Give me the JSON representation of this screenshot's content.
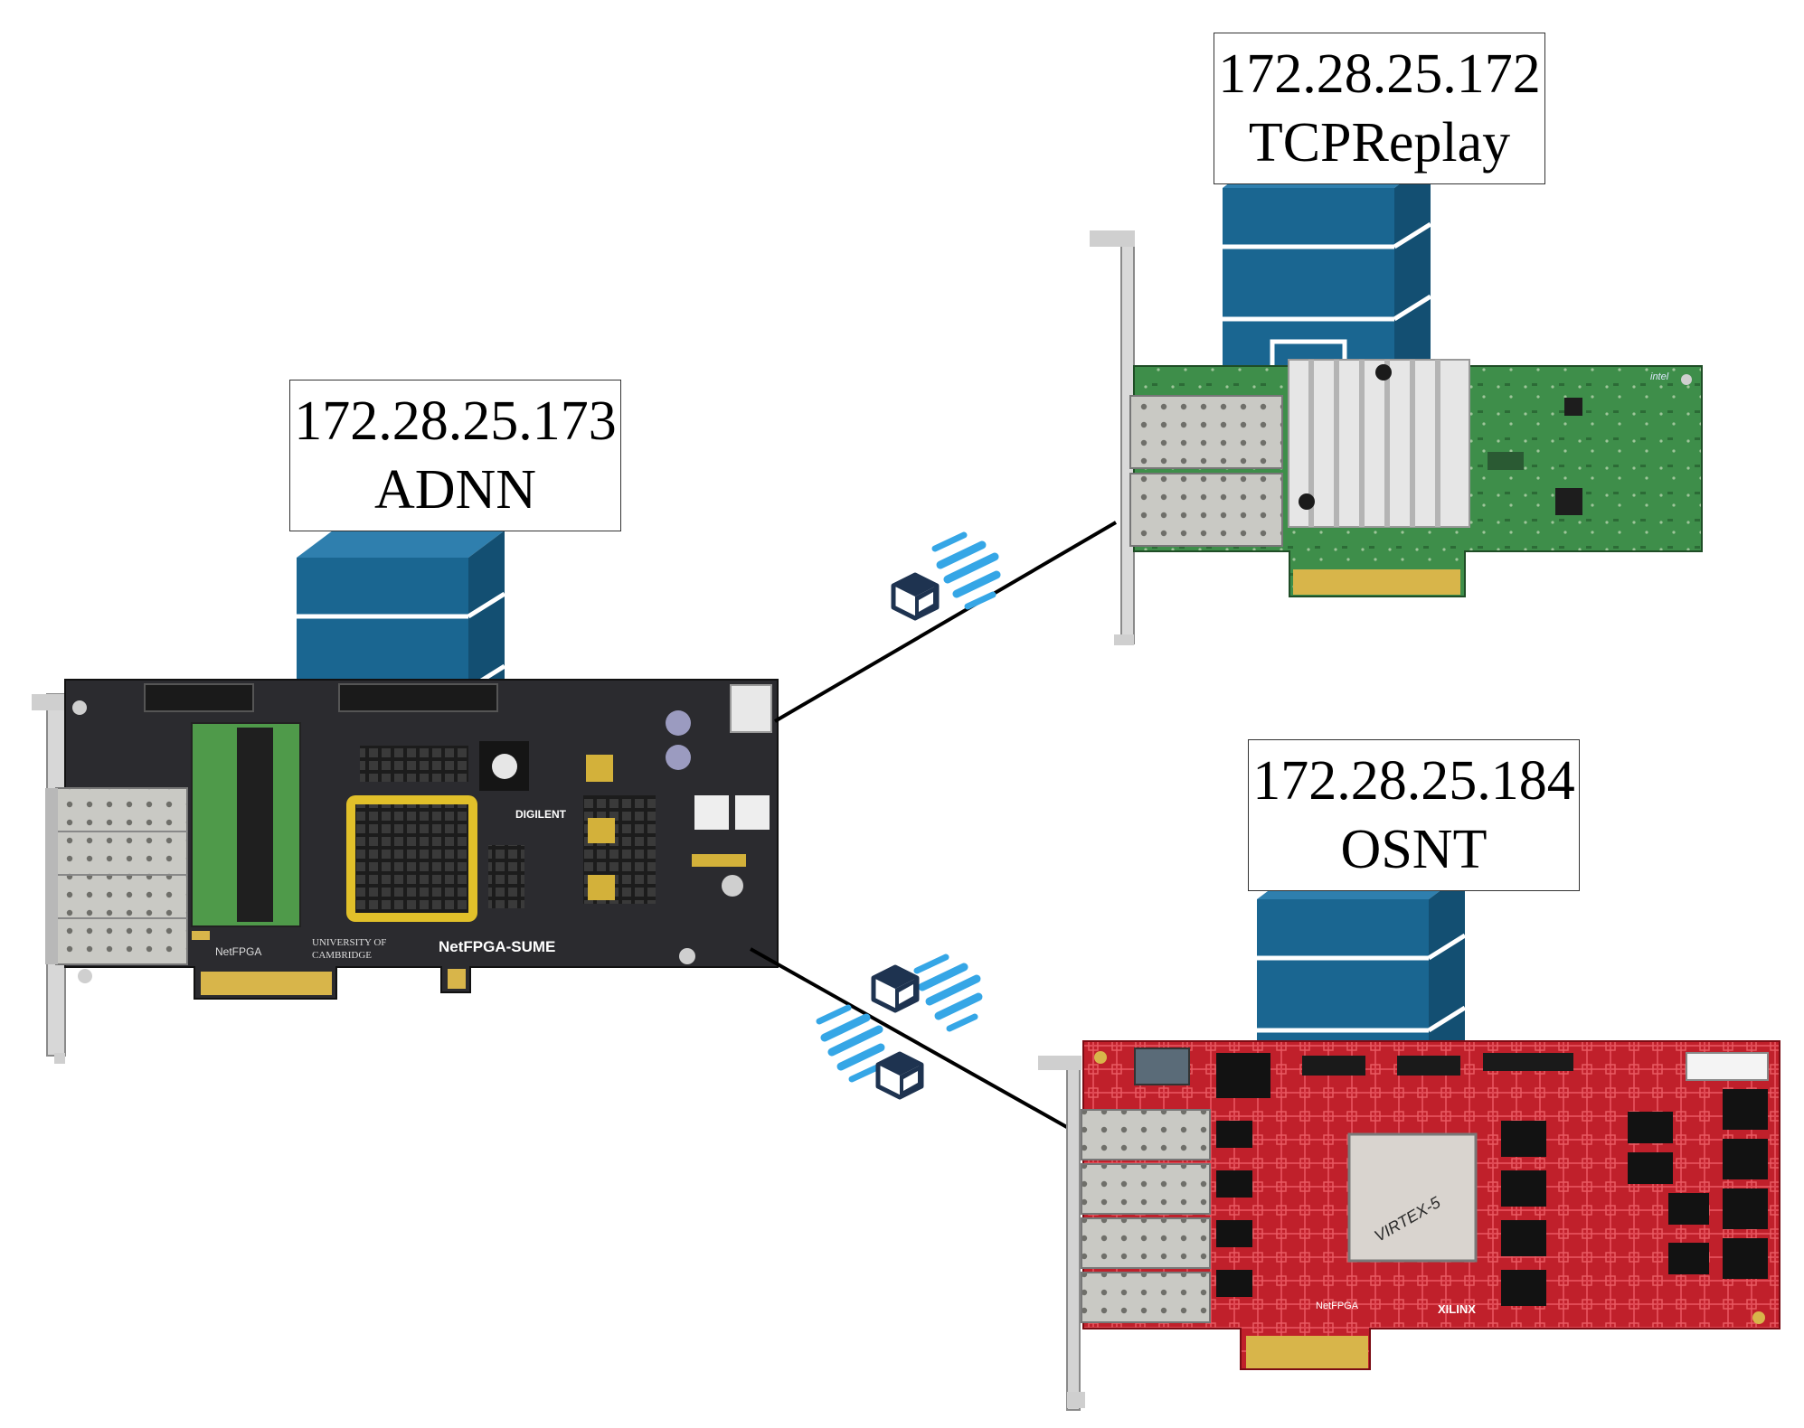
{
  "nodes": {
    "adnn": {
      "ip": "172.28.25.173",
      "name": "ADNN",
      "board_text": [
        "NetFPGA-SUME",
        "UNIVERSITY OF CAMBRIDGE",
        "DIGILENT",
        "NetFPGA"
      ]
    },
    "tcpreplay": {
      "ip": "172.28.25.172",
      "name": "TCPReplay",
      "board_text": [
        "intel"
      ]
    },
    "osnt": {
      "ip": "172.28.25.184",
      "name": "OSNT",
      "board_text": [
        "VIRTEX-5",
        "XILINX",
        "NetFPGA"
      ]
    }
  },
  "colors": {
    "server_blue": "#1a6691",
    "sume_board": "#2b2b2f",
    "intel_board": "#3e8e4a",
    "osnt_board": "#b5151f",
    "packet_streak": "#35a6e6",
    "link_line": "#000000"
  },
  "icons": [
    "server-icon",
    "packet-icon",
    "speed-streak-icon"
  ]
}
